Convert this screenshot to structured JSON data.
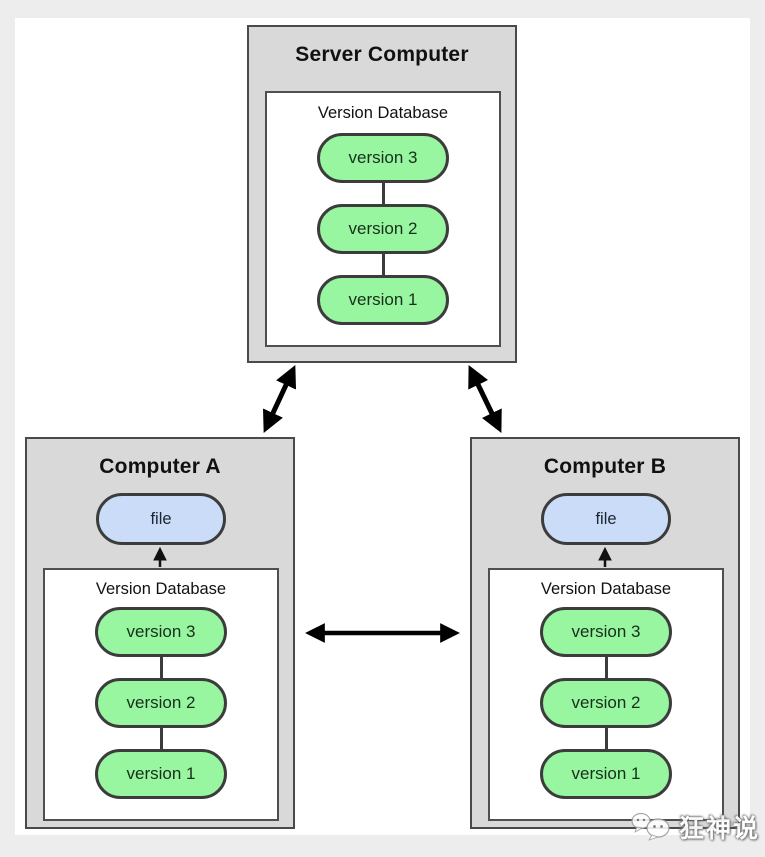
{
  "diagram": {
    "server": {
      "title": "Server Computer",
      "database": {
        "label": "Version Database",
        "versions": [
          "version 3",
          "version 2",
          "version 1"
        ]
      }
    },
    "computer_a": {
      "title": "Computer A",
      "file_label": "file",
      "database": {
        "label": "Version Database",
        "versions": [
          "version 3",
          "version 2",
          "version 1"
        ]
      }
    },
    "computer_b": {
      "title": "Computer B",
      "file_label": "file",
      "database": {
        "label": "Version Database",
        "versions": [
          "version 3",
          "version 2",
          "version 1"
        ]
      }
    }
  },
  "watermark": {
    "text": "狂神说",
    "icon": "wechat-chat-bubbles-icon"
  },
  "colors": {
    "page_margin": "#ededed",
    "canvas_bg": "#ffffff",
    "machine_bg": "#d9d9d9",
    "machine_border": "#4a4a4a",
    "version_pill_bg": "#98f5a0",
    "file_pill_bg": "#cbdcf8",
    "pill_border": "#3c3c3c",
    "arrow_color": "#000000"
  }
}
